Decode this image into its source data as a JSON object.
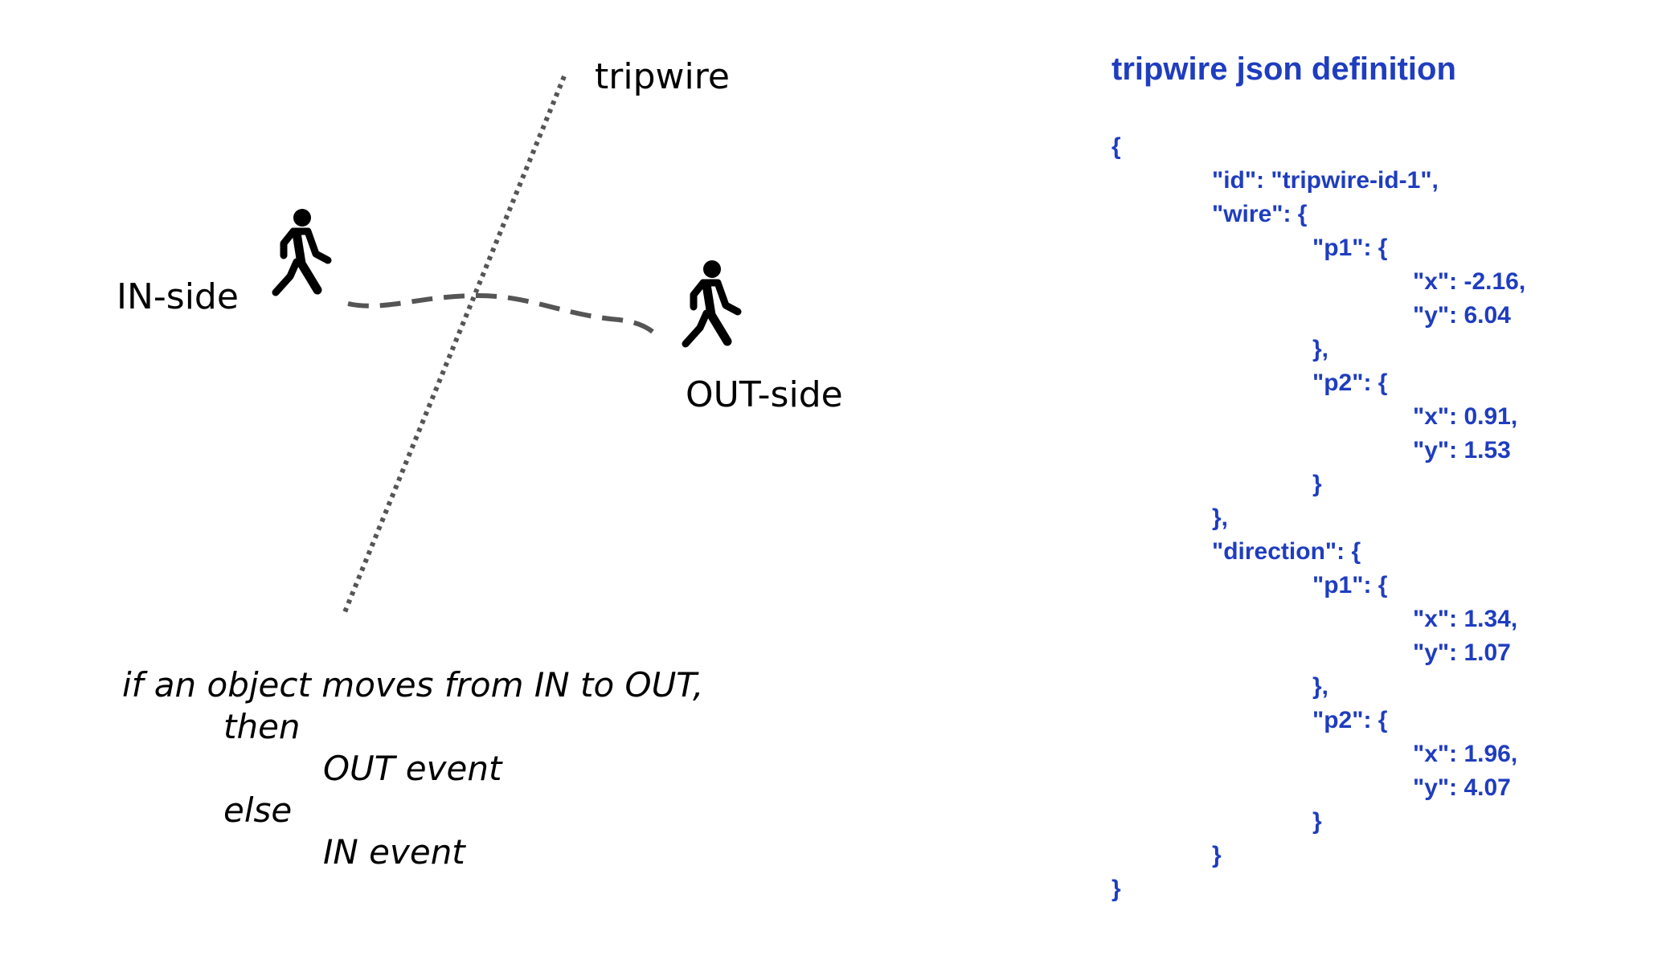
{
  "diagram": {
    "tripwire_label": "tripwire",
    "in_side_label": "IN-side",
    "out_side_label": "OUT-side",
    "rule_lines": [
      "if an object moves from IN to OUT,",
      "then",
      "OUT event",
      "else",
      "IN event"
    ],
    "line_color": "#555555"
  },
  "json_panel": {
    "title": "tripwire json definition",
    "color": "#1f3dbf",
    "lines": [
      {
        "level": 0,
        "text": "{"
      },
      {
        "level": 1,
        "text": "\"id\": \"tripwire-id-1\","
      },
      {
        "level": 1,
        "text": "\"wire\": {"
      },
      {
        "level": 2,
        "text": "\"p1\": {"
      },
      {
        "level": 3,
        "text": "\"x\": -2.16,"
      },
      {
        "level": 3,
        "text": "\"y\": 6.04"
      },
      {
        "level": 2,
        "text": "},"
      },
      {
        "level": 2,
        "text": "\"p2\": {"
      },
      {
        "level": 3,
        "text": "\"x\": 0.91,"
      },
      {
        "level": 3,
        "text": "\"y\": 1.53"
      },
      {
        "level": 2,
        "text": "}"
      },
      {
        "level": 1,
        "text": "},"
      },
      {
        "level": 1,
        "text": "\"direction\": {"
      },
      {
        "level": 2,
        "text": "\"p1\": {"
      },
      {
        "level": 3,
        "text": "\"x\": 1.34,"
      },
      {
        "level": 3,
        "text": "\"y\": 1.07"
      },
      {
        "level": 2,
        "text": "},"
      },
      {
        "level": 2,
        "text": "\"p2\": {"
      },
      {
        "level": 3,
        "text": "\"x\": 1.96,"
      },
      {
        "level": 3,
        "text": "\"y\": 4.07"
      },
      {
        "level": 2,
        "text": "}"
      },
      {
        "level": 1,
        "text": "}"
      },
      {
        "level": 0,
        "text": "}"
      }
    ]
  }
}
